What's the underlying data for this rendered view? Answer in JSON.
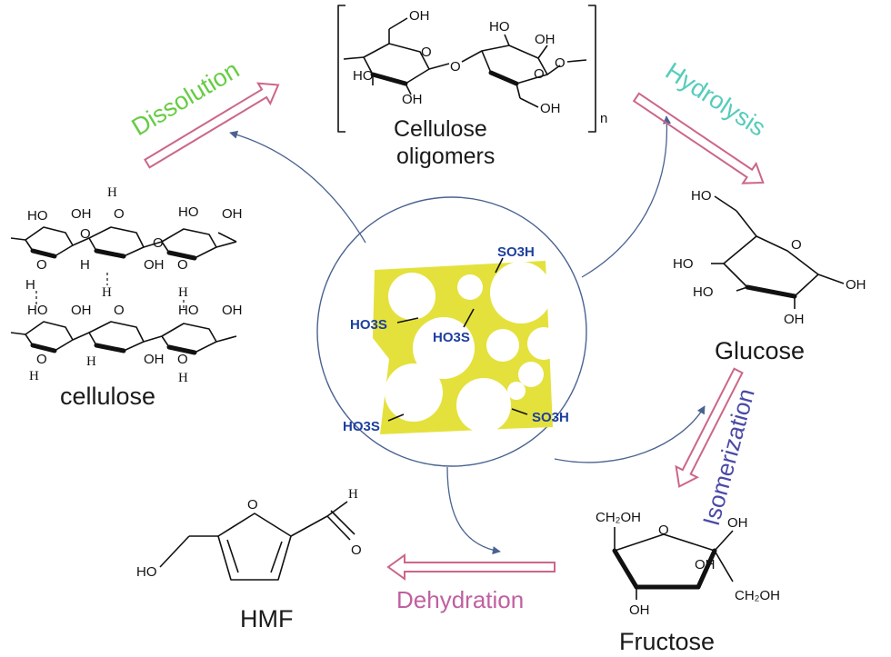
{
  "diagram": {
    "labels": {
      "cellulose": "cellulose",
      "oligomers_line1": "Cellulose",
      "oligomers_line2": "oligomers",
      "oligomer_n": "n",
      "glucose": "Glucose",
      "fructose": "Fructose",
      "hmf": "HMF"
    },
    "processes": {
      "dissolution": "Dissolution",
      "hydrolysis": "Hydrolysis",
      "isomerization": "Isomerization",
      "dehydration": "Dehydration"
    },
    "catalyst_groups": [
      "SO3H",
      "HO3S",
      "HO3S",
      "HO3S",
      "SO3H"
    ],
    "colors": {
      "dissolution_text": "#66cc44",
      "hydrolysis_text": "#55ccbb",
      "isomerization_text": "#4a4aa8",
      "dehydration_text": "#c060a0",
      "hollow_arrow": "#cc6688",
      "catalyst_fill": "#e4e13c",
      "sulfonic_text": "#1d3f9e",
      "flow_arrow": "#4a6290"
    },
    "atoms": {
      "oh": "OH",
      "ho": "HO",
      "o": "O",
      "h": "H",
      "ch2oh": "CH₂OH"
    }
  }
}
